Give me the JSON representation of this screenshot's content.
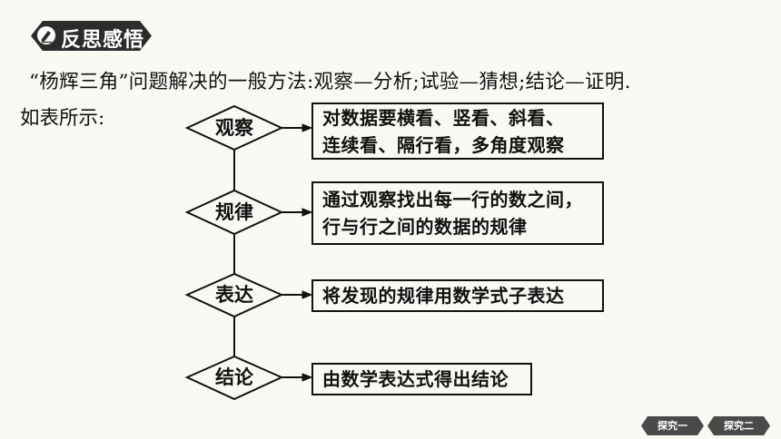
{
  "header": {
    "badge_label": "反思感悟"
  },
  "content": {
    "intro_text": "“杨辉三角”问题解决的一般方法:观察—分析;试验—猜想;结论—证明.",
    "lead_text": "如表所示:"
  },
  "flow": {
    "steps": [
      {
        "label": "观察",
        "lines": [
          "对数据要横看、竖看、斜看、",
          "连续看、隔行看，多角度观察"
        ]
      },
      {
        "label": "规律",
        "lines": [
          "通过观察找出每一行的数之间，",
          "行与行之间的数据的规律"
        ]
      },
      {
        "label": "表达",
        "lines": [
          "将发现的规律用数学式子表达"
        ]
      },
      {
        "label": "结论",
        "lines": [
          "由数学表达式得出结论"
        ]
      }
    ]
  },
  "nav": {
    "prev_label": "探究一",
    "next_label": "探究二"
  },
  "colors": {
    "background": "#f8fbf4",
    "badge": "#2c2c2c",
    "nav": "#4a4a4a"
  }
}
